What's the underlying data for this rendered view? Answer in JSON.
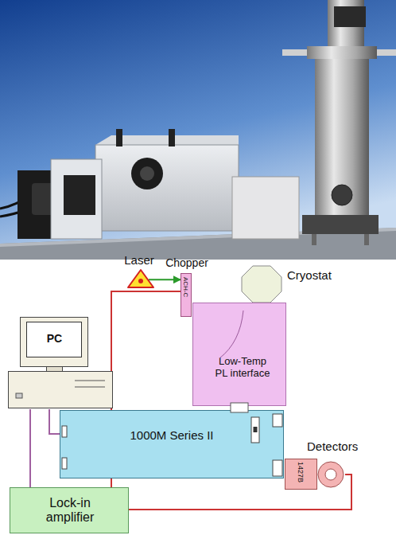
{
  "diagram": {
    "nodes": [
      {
        "text": [
          "Laser"
        ]
      },
      {
        "text": [
          "Chopper",
          "ACH-C"
        ]
      },
      {
        "text": [
          "Cryostat"
        ]
      },
      {
        "text": [
          "PC"
        ]
      },
      {
        "text": [
          "Low-Temp PL interface"
        ]
      },
      {
        "text": [
          "1000M Series II"
        ]
      },
      {
        "text": [
          "Detectors",
          "1427B"
        ]
      },
      {
        "text": [
          "Lock-in amplifier"
        ]
      }
    ],
    "edges": [
      {
        "from": 0,
        "to": 1,
        "arrow": "to"
      },
      {
        "from": 1,
        "to": 7,
        "arrow": "none"
      },
      {
        "from": 3,
        "to": 7,
        "arrow": "none"
      },
      {
        "from": 3,
        "to": 5,
        "arrow": "none"
      },
      {
        "from": 6,
        "to": 7,
        "arrow": "none"
      }
    ]
  }
}
